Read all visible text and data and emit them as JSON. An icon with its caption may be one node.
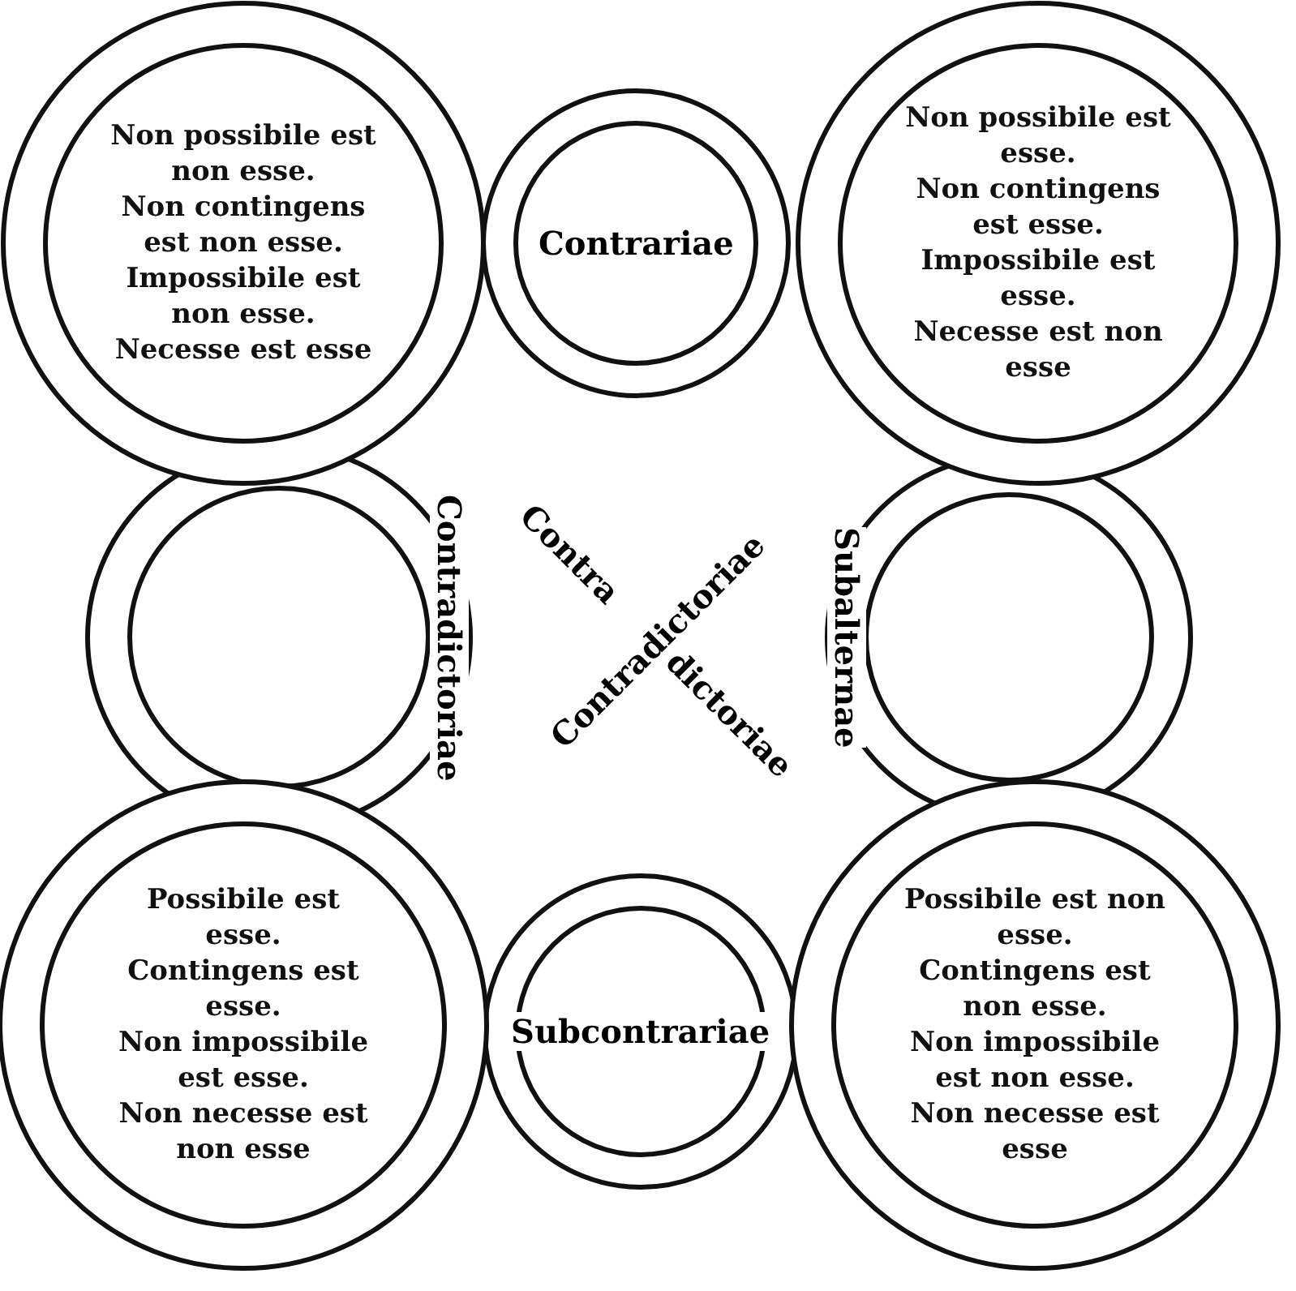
{
  "diagram": {
    "nodes": [
      {
        "text": [
          "Non possibile est non esse.",
          "Non contingens est non esse.",
          "Impossibile est non esse.",
          "Necesse est esse"
        ]
      },
      {
        "text": [
          "Contrariae"
        ]
      },
      {
        "text": [
          "Non possibile est esse.",
          "Non contingens est esse.",
          "Impossibile est esse.",
          "Necesse est non esse"
        ]
      },
      {
        "text": [
          "Contradictoriae"
        ]
      },
      {
        "text": [
          "Subalternae"
        ]
      },
      {
        "text": [
          "Possibile est esse.",
          "Contingens est esse.",
          "Non impossibile est esse.",
          "Non necesse est non esse"
        ]
      },
      {
        "text": [
          "Subcontrariae"
        ]
      },
      {
        "text": [
          "Possibile est non esse.",
          "Contingens est non esse.",
          "Non impossibile est non esse.",
          "Non necesse est esse"
        ]
      }
    ],
    "labels": [
      "Contra dictoriae",
      "Contradictoriae"
    ]
  }
}
